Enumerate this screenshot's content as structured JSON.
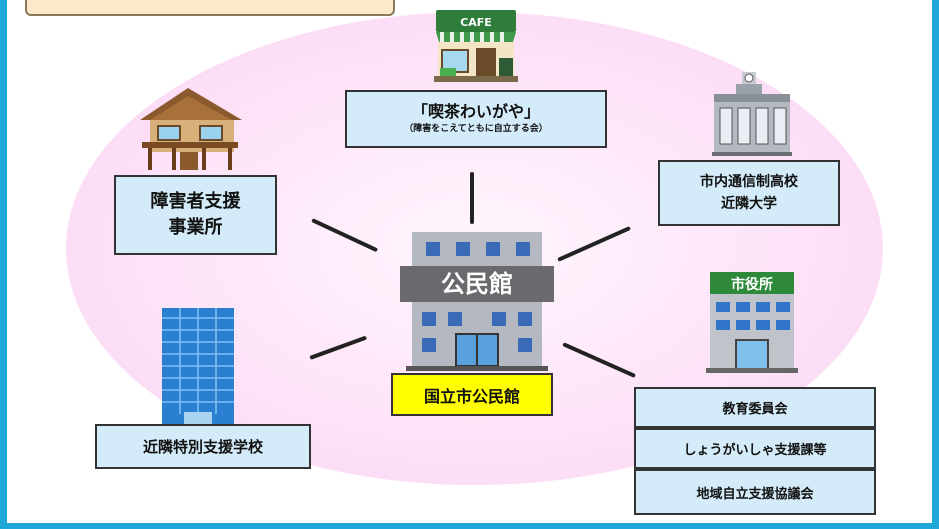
{
  "center": {
    "building_sign": "公民館",
    "label": "国立市公民館"
  },
  "nodes": {
    "cafe": {
      "sign": "CAFE",
      "title": "「喫茶わいがや」",
      "subtitle": "（障害をこえてともに自立する会）"
    },
    "support_office": {
      "line1": "障害者支援",
      "line2": "事業所"
    },
    "schools": {
      "line1": "市内通信制高校",
      "line2": "近隣大学"
    },
    "special_school": {
      "label": "近隣特別支援学校"
    },
    "city_hall": {
      "sign": "市役所",
      "items": [
        "教育委員会",
        "しょうがいしゃ支援課等",
        "地域自立支援協議会"
      ]
    }
  },
  "colors": {
    "frame": "#1ea7d8",
    "box_fill": "#d4ecfa",
    "center_label_fill": "#ffff00",
    "oval": "#fbd2f4"
  }
}
